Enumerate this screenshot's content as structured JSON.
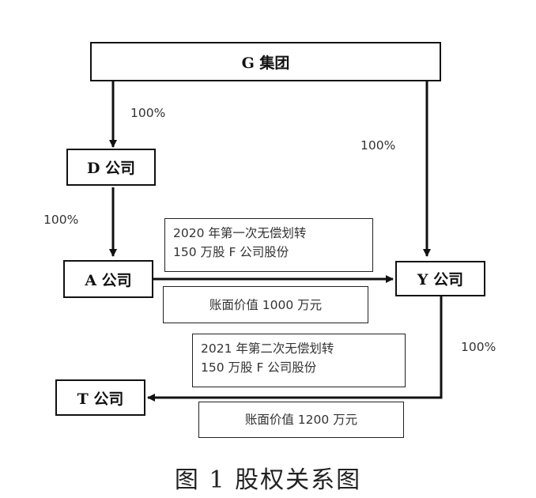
{
  "entities": {
    "g": "G 集团",
    "d": "D 公司",
    "a": "A 公司",
    "y": "Y 公司",
    "t": "T 公司"
  },
  "percentages": {
    "g_to_d": "100%",
    "d_to_a": "100%",
    "g_to_y": "100%",
    "y_to_t": "100%"
  },
  "notes": {
    "transfer_2020": {
      "line1": "2020 年第一次无偿划转",
      "line2": "150 万股 F 公司股份"
    },
    "book_value_2020": "账面价值 1000 万元",
    "transfer_2021": {
      "line1": "2021 年第二次无偿划转",
      "line2": "150 万股 F 公司股份"
    },
    "book_value_2021": "账面价值 1200 万元"
  },
  "caption": "图 1 股权关系图"
}
